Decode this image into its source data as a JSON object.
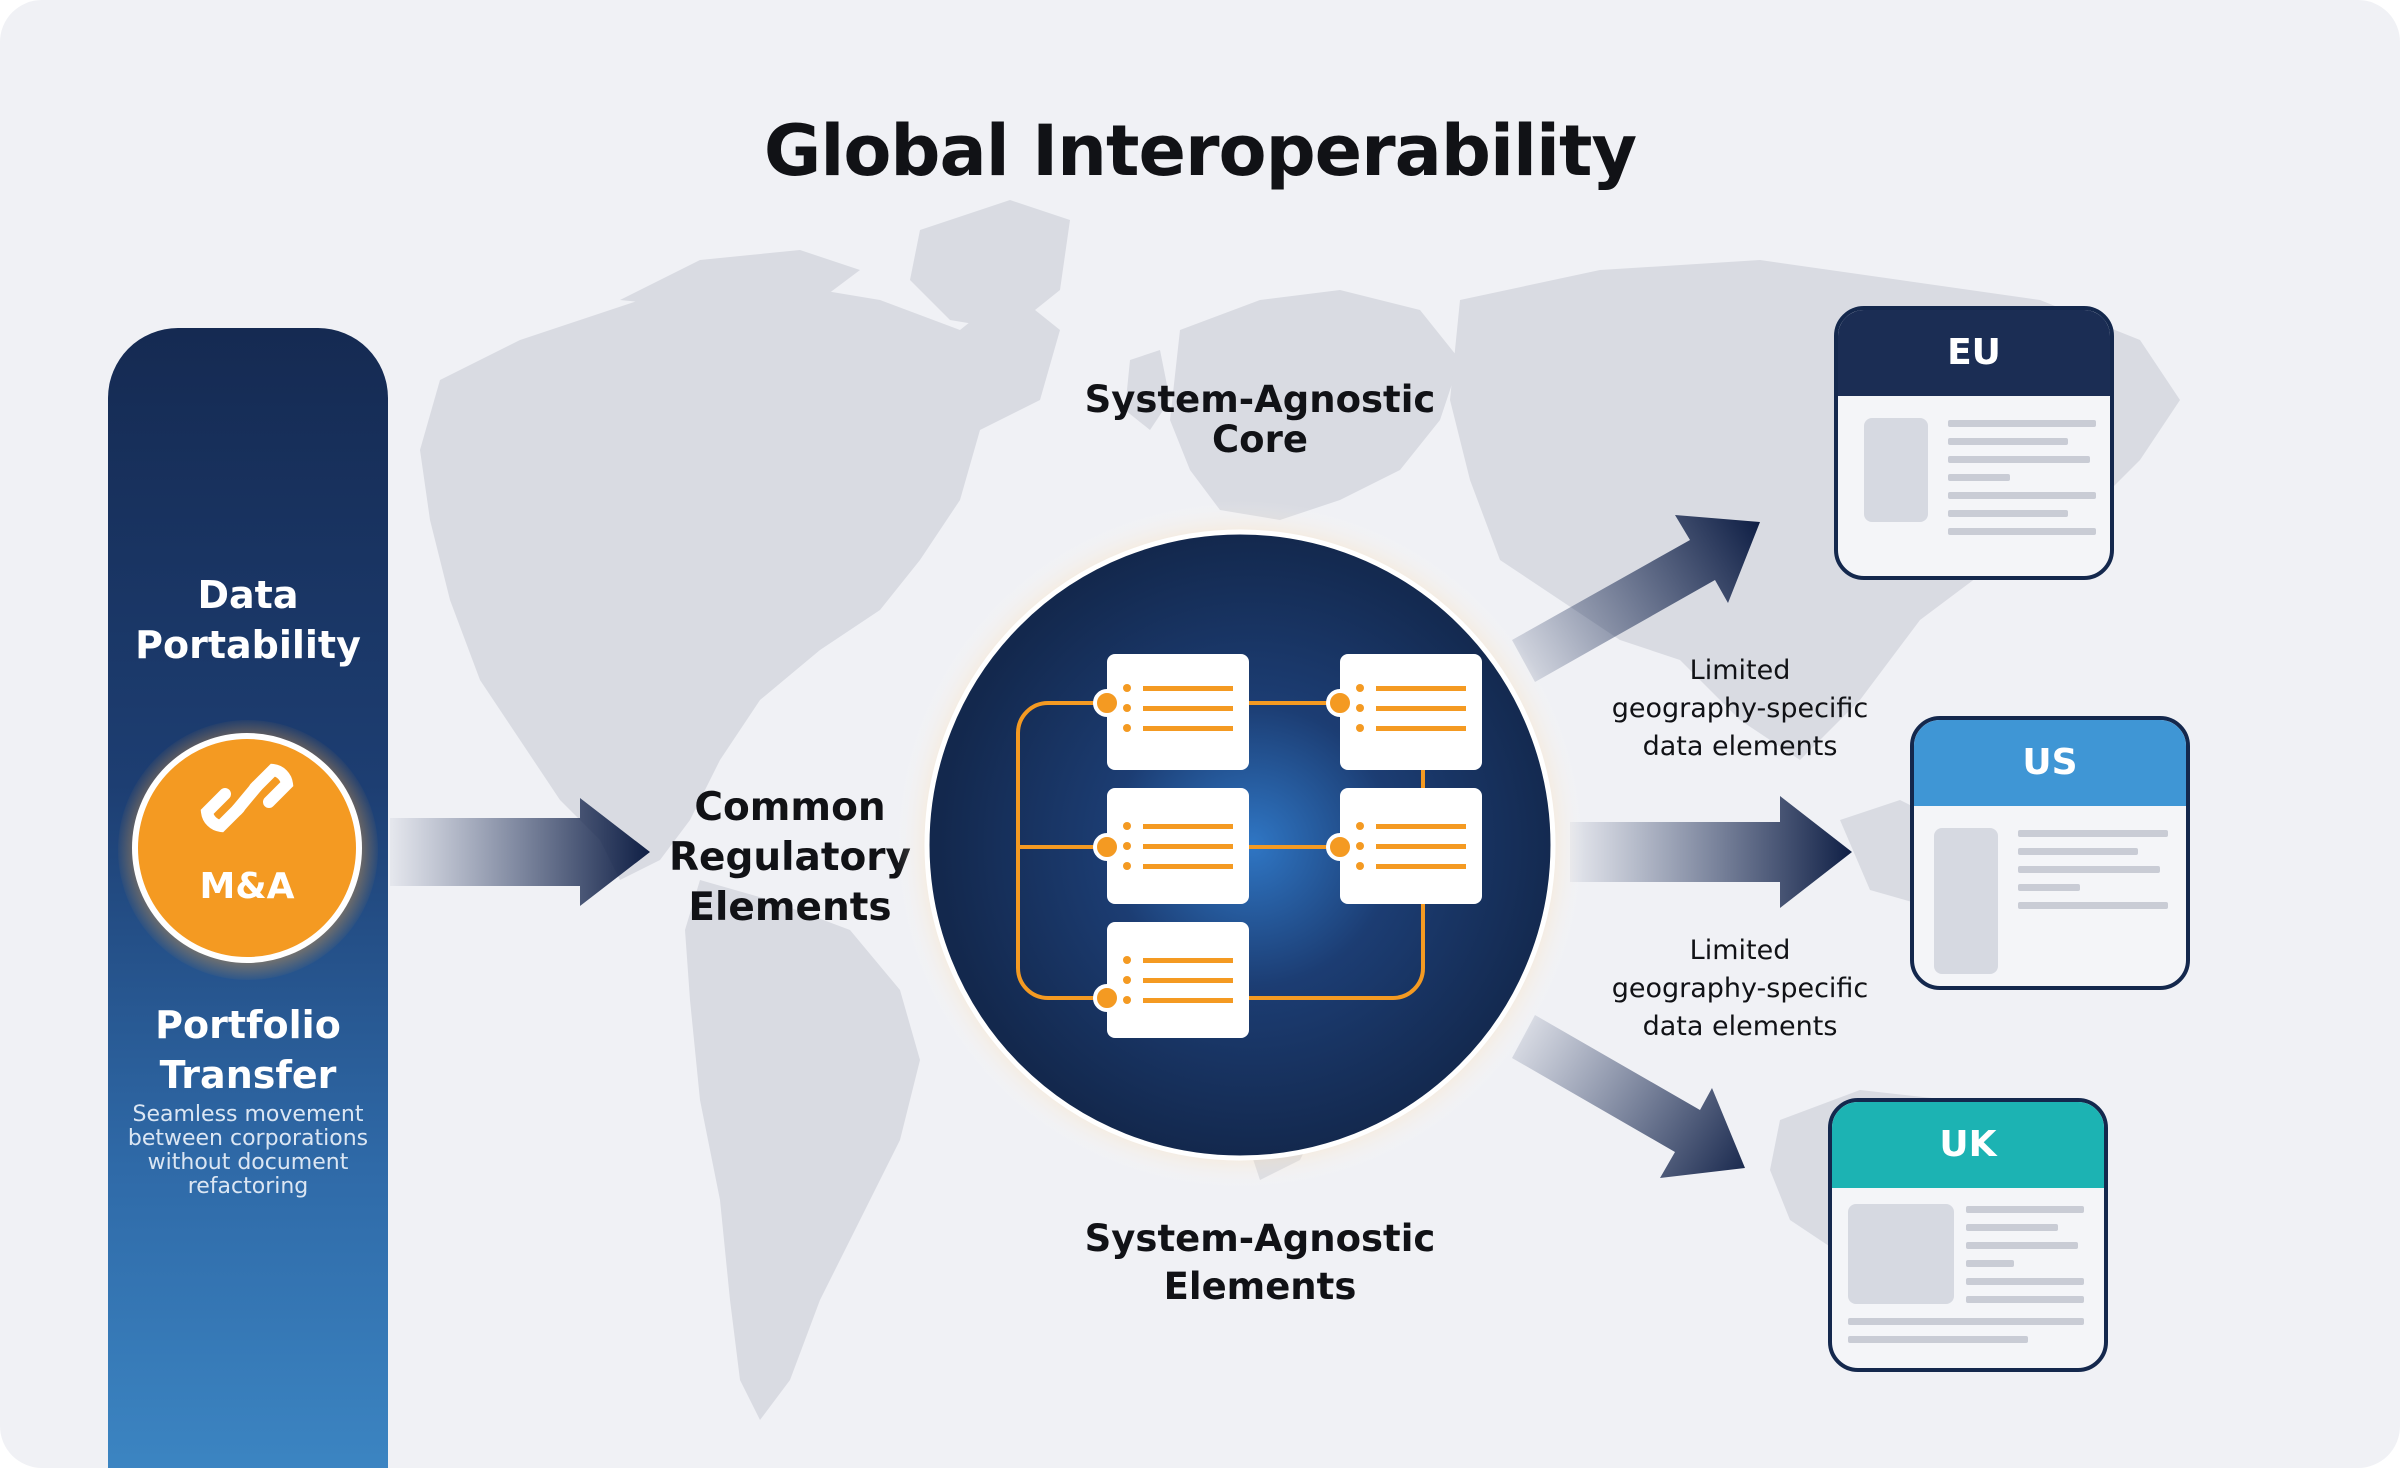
{
  "title": "Global Interoperability",
  "left_panel": {
    "top_label": [
      "Data",
      "Portability"
    ],
    "badge_label": "M&A",
    "bottom_label": [
      "Portfolio",
      "Transfer"
    ],
    "description": [
      "Seamless movement",
      "between corporations",
      "without document",
      "refactoring"
    ],
    "badge_icon": "chain-link-icon"
  },
  "labels": {
    "common": [
      "Common",
      "Regulatory",
      "Elements"
    ],
    "core": [
      "System-Agnostic",
      "Core"
    ],
    "elements": [
      "System-Agnostic",
      "Elements"
    ],
    "limited_top": [
      "Limited",
      "geography-specific",
      "data elements"
    ],
    "limited_bottom": [
      "Limited",
      "geography-specific",
      "data elements"
    ]
  },
  "regions": [
    {
      "name": "EU",
      "color": "#1b2d54"
    },
    {
      "name": "US",
      "color": "#3f96d5"
    },
    {
      "name": "UK",
      "color": "#1cb3b3"
    }
  ],
  "colors": {
    "navy": "#14284d",
    "orange": "#f49a22",
    "background": "#f0f1f5",
    "map": "#d9dbe2"
  }
}
